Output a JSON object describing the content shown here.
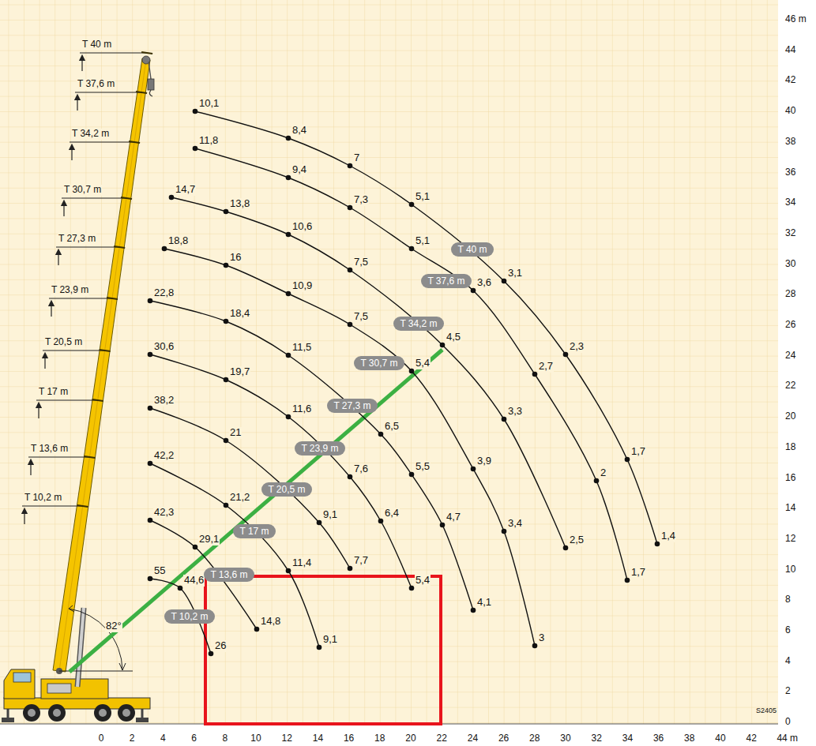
{
  "diagram": {
    "nodes": [
      {
        "text": [
          "T 40 m"
        ]
      },
      {
        "text": [
          "T 37,6 m"
        ]
      },
      {
        "text": [
          "T 34,2 m"
        ]
      },
      {
        "text": [
          "T 30,7 m"
        ]
      },
      {
        "text": [
          "T 27,3 m"
        ]
      },
      {
        "text": [
          "T 23,9 m"
        ]
      },
      {
        "text": [
          "T 20,5 m"
        ]
      },
      {
        "text": [
          "T 17 m"
        ]
      },
      {
        "text": [
          "T 13,6 m"
        ]
      },
      {
        "text": [
          "T 10,2 m"
        ]
      }
    ],
    "labels": [
      "T 40 m",
      "T 37,6 m",
      "T 34,2 m",
      "T 30,7 m",
      "T 27,3 m",
      "T 23,9 m",
      "T 20,5 m",
      "T 17 m",
      "T 13,6 m",
      "T 10,2 m",
      "10,1",
      "8,4",
      "7",
      "5,1",
      "3,1",
      "2,3",
      "1,7",
      "1,4",
      "11,8",
      "9,4",
      "7,3",
      "5,1",
      "3,6",
      "2,7",
      "2",
      "1,7",
      "14,7",
      "13,8",
      "10,6",
      "7,5",
      "4,5",
      "3,3",
      "2,5",
      "18,8",
      "16",
      "10,9",
      "7,5",
      "5,4",
      "3,9",
      "3,4",
      "3",
      "22,8",
      "18,4",
      "11,5",
      "6,5",
      "5,5",
      "4,7",
      "4,1",
      "30,6",
      "19,7",
      "11,6",
      "7,6",
      "6,4",
      "5,4",
      "38,2",
      "21",
      "9,1",
      "7,7",
      "42,2",
      "21,2",
      "11,4",
      "9,1",
      "42,3",
      "29,1",
      "14,8",
      "55",
      "44,6",
      "26",
      "82°",
      "0",
      "2",
      "4",
      "6",
      "8",
      "10",
      "12",
      "14",
      "16",
      "18",
      "20",
      "22",
      "24",
      "26",
      "28",
      "30",
      "32",
      "34",
      "36",
      "38",
      "40",
      "42",
      "44 m",
      "0",
      "2",
      "4",
      "6",
      "8",
      "10",
      "12",
      "14",
      "16",
      "18",
      "20",
      "22",
      "24",
      "26",
      "28",
      "30",
      "32",
      "34",
      "36",
      "38",
      "40",
      "42",
      "44",
      "46 m",
      "S2405"
    ]
  }
}
